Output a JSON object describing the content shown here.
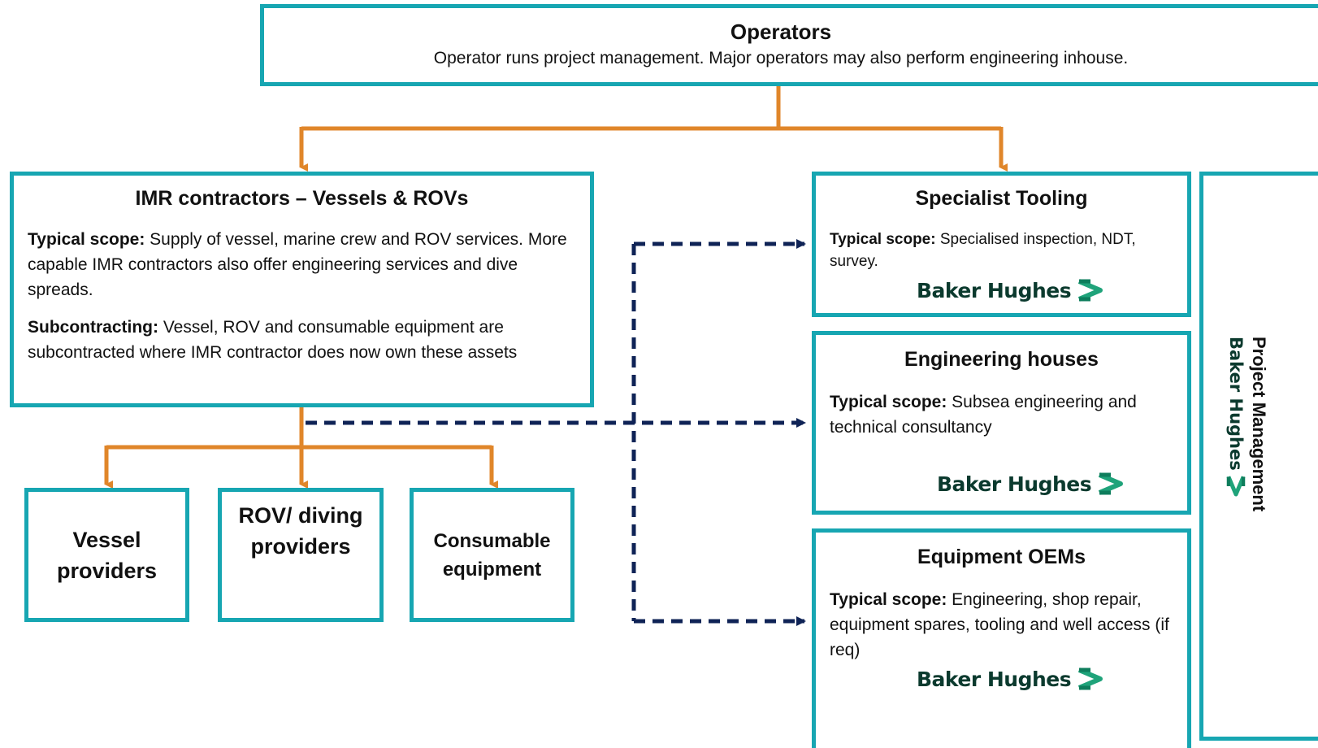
{
  "operators": {
    "title": "Operators",
    "description": "Operator runs project management. Major operators may also perform engineering inhouse."
  },
  "imr": {
    "title": "IMR contractors – Vessels & ROVs",
    "scope_label": "Typical scope:",
    "scope_text": " Supply of vessel, marine crew and ROV services. More capable IMR contractors also offer engineering services and dive spreads.",
    "sub_label": "Subcontracting:",
    "sub_text": " Vessel, ROV and consumable equipment are subcontracted where IMR contractor does now own these assets"
  },
  "providers": {
    "vessel": "Vessel providers",
    "rov": "ROV/ diving providers",
    "consumable": "Consumable equipment"
  },
  "specialist": {
    "title": "Specialist Tooling",
    "scope_label": "Typical scope:",
    "scope_text": " Specialised inspection,  NDT, survey.",
    "logo_text": "Baker Hughes"
  },
  "engineering": {
    "title": "Engineering houses",
    "scope_label": "Typical scope:",
    "scope_text": " Subsea engineering and technical consultancy",
    "logo_text": "Baker Hughes"
  },
  "oems": {
    "title": "Equipment OEMs",
    "scope_label": "Typical scope:",
    "scope_text": " Engineering, shop repair, equipment spares, tooling and well access (if req)",
    "logo_text": "Baker Hughes"
  },
  "project_mgmt": {
    "title": "Project Management",
    "logo_text": "Baker Hughes"
  },
  "colors": {
    "box_border": "#17a6b2",
    "arrow_solid": "#e0862a",
    "arrow_dashed": "#0f2356",
    "logo_green": "#1fa37a",
    "logo_text": "#0b3a2e"
  }
}
